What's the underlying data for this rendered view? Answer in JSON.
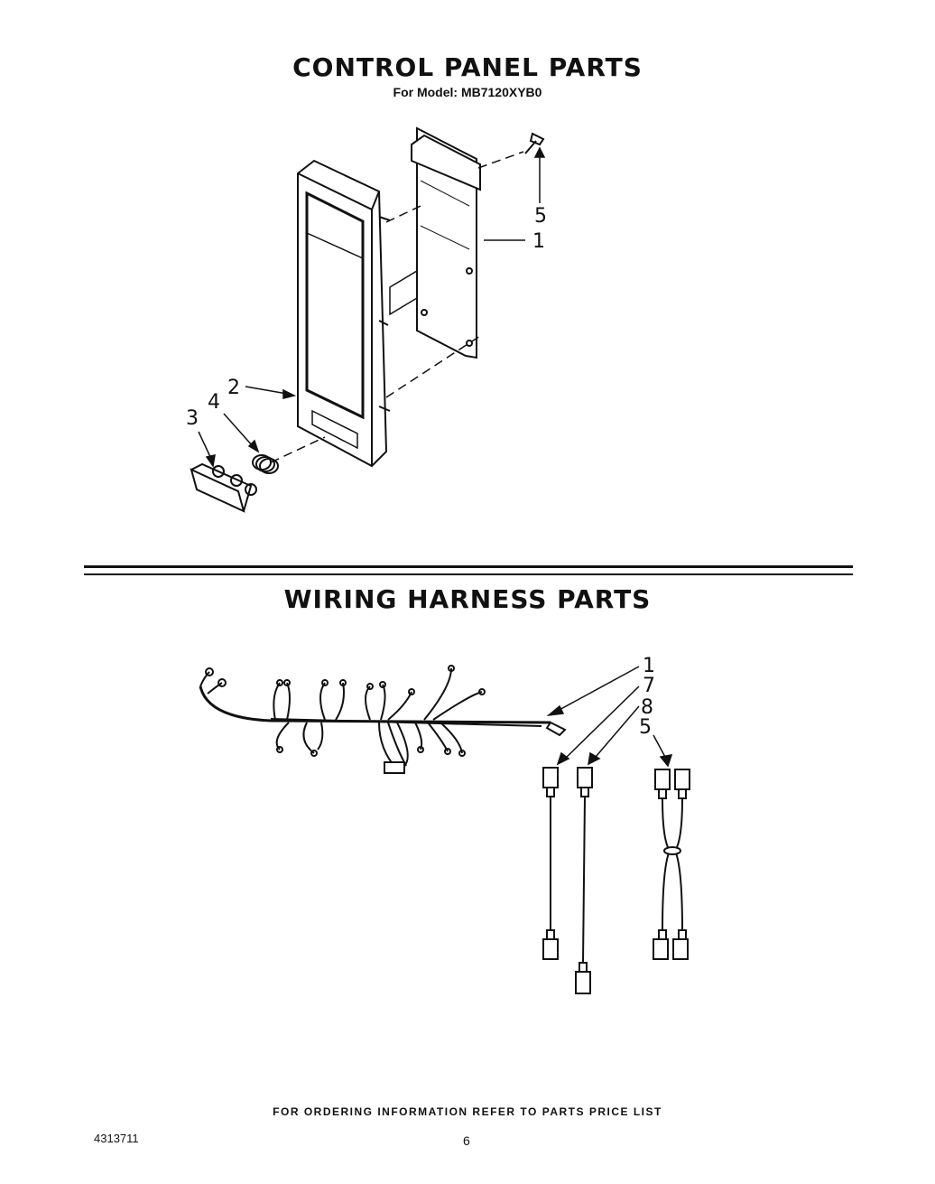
{
  "sections": {
    "control_panel_title": "CONTROL PANEL PARTS",
    "model_line": "For Model: MB7120XYB0",
    "wiring_title": "WIRING HARNESS PARTS"
  },
  "callouts": {
    "control_panel": [
      "5",
      "1",
      "2",
      "4",
      "3"
    ],
    "wiring": [
      "1",
      "7",
      "8",
      "5"
    ]
  },
  "footer": {
    "ordering_note": "FOR ORDERING INFORMATION REFER TO PARTS PRICE LIST",
    "doc_number": "4313711",
    "page_number": "6"
  }
}
